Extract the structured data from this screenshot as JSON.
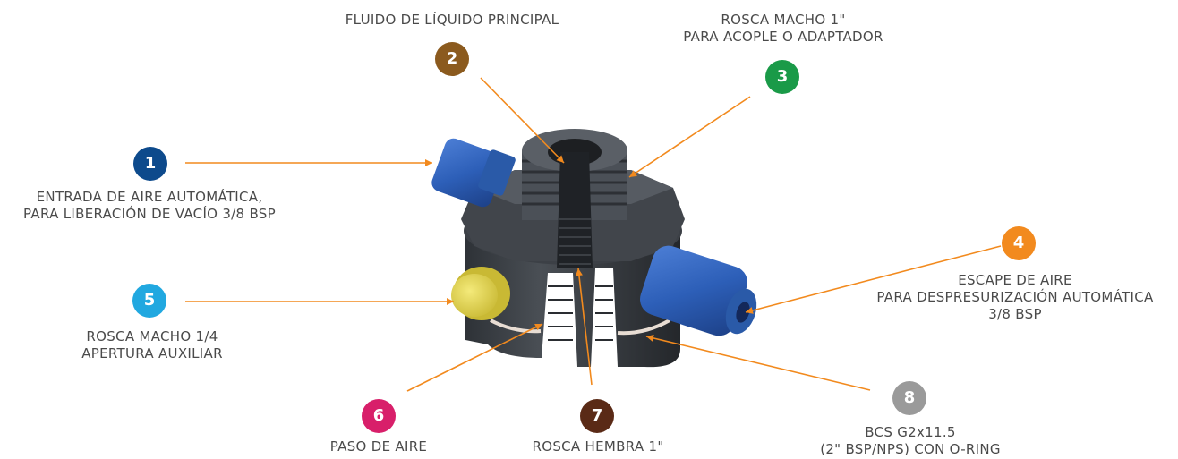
{
  "callouts": [
    {
      "number": "1",
      "color": "#0d4a8c",
      "lines": [
        "ENTRADA DE AIRE AUTOMÁTICA,",
        "PARA LIBERACIÓN DE VACÍO 3/8 BSP"
      ]
    },
    {
      "number": "2",
      "color": "#8b5a1e",
      "lines": [
        "FLUIDO DE LÍQUIDO PRINCIPAL"
      ]
    },
    {
      "number": "3",
      "color": "#1a9a48",
      "lines": [
        "ROSCA MACHO 1\"",
        "PARA ACOPLE O ADAPTADOR"
      ]
    },
    {
      "number": "4",
      "color": "#f28a1e",
      "lines": [
        "ESCAPE DE AIRE",
        "PARA DESPRESURIZACIÓN AUTOMÁTICA",
        "3/8 BSP"
      ]
    },
    {
      "number": "5",
      "color": "#21a8e0",
      "lines": [
        "ROSCA MACHO 1/4",
        "APERTURA AUXILIAR"
      ]
    },
    {
      "number": "6",
      "color": "#d81f6a",
      "lines": [
        "PASO DE AIRE"
      ]
    },
    {
      "number": "7",
      "color": "#5a2a16",
      "lines": [
        "ROSCA HEMBRA 1\""
      ]
    },
    {
      "number": "8",
      "color": "#9a9a9a",
      "lines": [
        "BCS G2x11.5",
        "(2\" BSP/NPS) CON O-RING"
      ]
    }
  ],
  "leader_color": "#f28a1e"
}
